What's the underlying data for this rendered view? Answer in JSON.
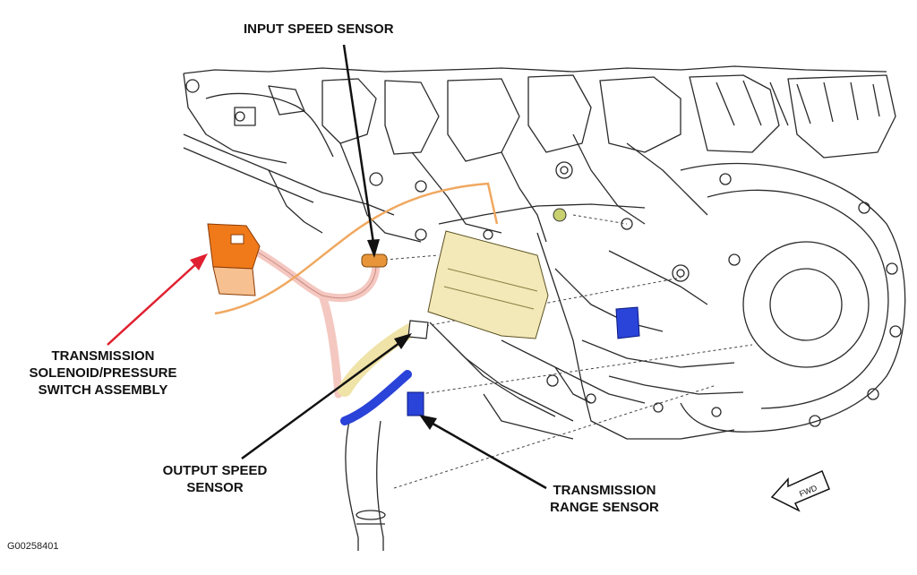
{
  "labels": {
    "input_speed_sensor": "INPUT SPEED SENSOR",
    "solenoid_assembly": [
      "TRANSMISSION",
      "SOLENOID/PRESSURE",
      "SWITCH ASSEMBLY"
    ],
    "output_speed_sensor": [
      "OUTPUT SPEED",
      "SENSOR"
    ],
    "range_sensor": [
      "TRANSMISSION",
      "RANGE SENSOR"
    ],
    "fwd": "FWD"
  },
  "figure_id": "G00258401",
  "colors": {
    "solenoid": "#f07a1a",
    "input_sensor": "#e8953a",
    "harness_orange": "#f0a860",
    "module": "#f2e8b8",
    "output_sensor": "#efe3a8",
    "range_sensor": "#2a43d8",
    "arrow_red": "#e02030",
    "harness_pink": "#f4c8c0",
    "line": "#222222"
  }
}
